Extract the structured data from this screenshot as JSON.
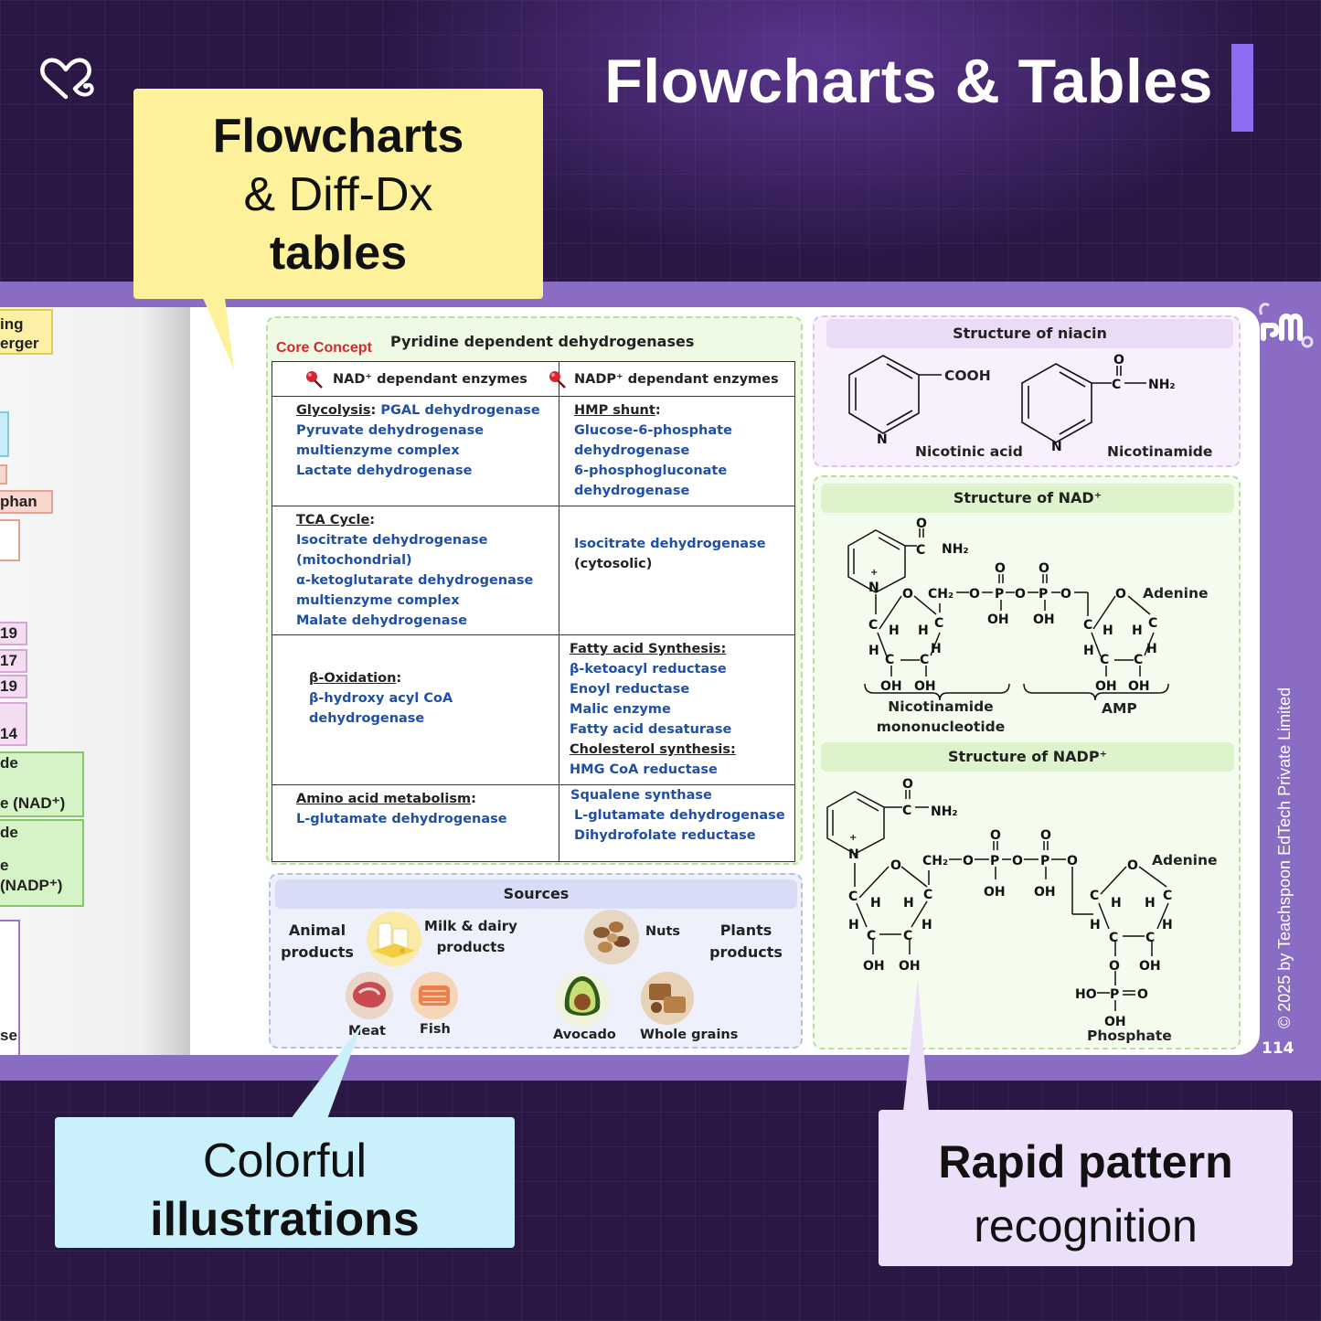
{
  "header": {
    "title": "Flowcharts & Tables"
  },
  "callouts": {
    "flowcharts": {
      "line1": "Flowcharts",
      "line2": "& Diff-Dx",
      "line3": "tables"
    },
    "colorful": {
      "line1": "Colorful",
      "line2": "illustrations"
    },
    "rapid": {
      "line1": "Rapid pattern",
      "line2": "recognition"
    }
  },
  "left_page": {
    "fragments": [
      "ing",
      "erger",
      "phan",
      "19",
      "17",
      "19",
      "14",
      "de",
      "e (NAD⁺)",
      "de",
      "e",
      "(NADP⁺)",
      "se"
    ]
  },
  "table": {
    "core_label": "Core Concept",
    "title": "Pyridine dependent dehydrogenases",
    "col_nad": "NAD⁺ dependant enzymes",
    "col_nadp": "NADP⁺ dependant enzymes",
    "rows": [
      {
        "left": [
          {
            "cat": "Glycolysis",
            "suffix": ":",
            "enz": " PGAL dehydrogenase"
          },
          {
            "enz": "Pyruvate dehydrogenase"
          },
          {
            "enz": "multienzyme complex"
          },
          {
            "enz": "Lactate dehydrogenase"
          }
        ],
        "right": [
          {
            "cat": "HMP shunt",
            "suffix": ":"
          },
          {
            "enz": "Glucose-6-phosphate"
          },
          {
            "enz": "dehydrogenase"
          },
          {
            "enz": "6-phosphogluconate"
          },
          {
            "enz": "dehydrogenase"
          }
        ]
      },
      {
        "left": [
          {
            "cat": "TCA Cycle",
            "suffix": ":"
          },
          {
            "enz": "Isocitrate dehydrogenase"
          },
          {
            "enz": "(mitochondrial)"
          },
          {
            "enz": "α-ketoglutarate dehydrogenase"
          },
          {
            "enz": "multienzyme complex"
          },
          {
            "enz": "Malate dehydrogenase"
          }
        ],
        "right": [
          {
            "enz": "Isocitrate dehydrogenase"
          },
          {
            "plain": "(cytosolic)"
          }
        ]
      },
      {
        "left": [
          {
            "cat": "β-Oxidation",
            "suffix": ":"
          },
          {
            "enz": "β-hydroxy acyl CoA"
          },
          {
            "enz": "dehydrogenase"
          }
        ],
        "right": [
          {
            "cat": "Fatty acid Synthesis:"
          },
          {
            "enz": "β-ketoacyl reductase"
          },
          {
            "enz": "Enoyl reductase"
          },
          {
            "enz": "Malic enzyme"
          },
          {
            "enz": "Fatty acid desaturase"
          },
          {
            "cat": "Cholesterol synthesis:"
          },
          {
            "enz": "HMG CoA reductase"
          }
        ]
      },
      {
        "left": [
          {
            "cat": "Amino acid metabolism",
            "suffix": ":"
          },
          {
            "enz": "L-glutamate dehydrogenase"
          }
        ],
        "right": [
          {
            "enz": "Squalene synthase"
          },
          {
            "enz": "L-glutamate dehydrogenase"
          },
          {
            "enz": "Dihydrofolate reductase"
          }
        ]
      }
    ]
  },
  "sources": {
    "title": "Sources",
    "animal_line1": "Animal",
    "animal_line2": "products",
    "plants_line1": "Plants",
    "plants_line2": "products",
    "milk_line1": "Milk & dairy",
    "milk_line2": "products",
    "nuts": "Nuts",
    "meat": "Meat",
    "fish": "Fish",
    "avocado": "Avocado",
    "whole_grains": "Whole grains"
  },
  "structures": {
    "niacin_title": "Structure of niacin",
    "nicotinic_acid": "Nicotinic acid",
    "nicotinamide": "Nicotinamide",
    "cooh": "COOH",
    "nad_title": "Structure of NAD⁺",
    "nadp_title": "Structure of NADP⁺",
    "nmn_line1": "Nicotinamide",
    "nmn_line2": "mononucleotide",
    "amp": "AMP",
    "phosphate": "Phosphate",
    "adenine": "Adenine"
  },
  "footer": {
    "page_number": "114",
    "copyright": "© 2025 by Teachspoon EdTech Private Limited"
  },
  "colors": {
    "background": "#2a1746",
    "accent_bar": "#8d6bf2",
    "book_strip": "#8b6cc4",
    "callout_yellow": "#fdf19c",
    "callout_blue": "#c9f0fb",
    "callout_lavender": "#ecdffa",
    "enzyme_blue": "#1f4fa6",
    "core_red": "#d6262f"
  }
}
